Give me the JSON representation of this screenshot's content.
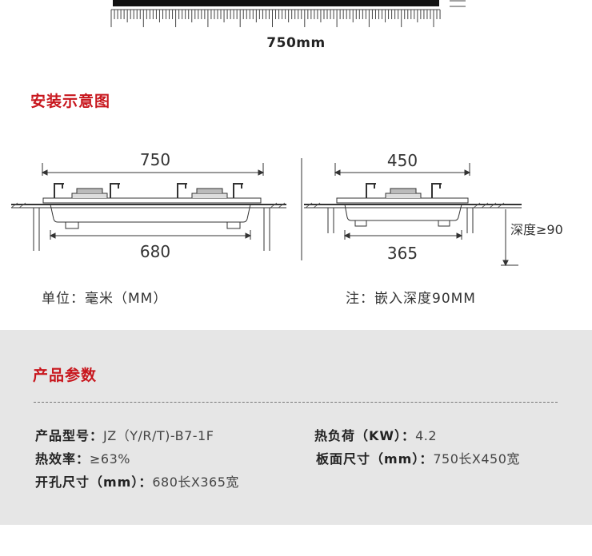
{
  "top_dimension": "750mm",
  "install": {
    "title": "安装示意图",
    "left_diagram": {
      "top_value": "750",
      "bottom_value": "680"
    },
    "right_diagram": {
      "top_value": "450",
      "bottom_value": "365",
      "depth_label": "深度≥90"
    },
    "unit_note": "单位：毫米（MM）",
    "embed_note": "注：嵌入深度90MM"
  },
  "params": {
    "title": "产品参数",
    "specs": [
      {
        "label": "产品型号：",
        "value": "JZ（Y/R/T)-B7-1F"
      },
      {
        "label": "热负荷（KW）：",
        "value": "4.2"
      },
      {
        "label": "热效率：",
        "value": "≥63%"
      },
      {
        "label": "板面尺寸（mm）：",
        "value": "750长X450宽"
      },
      {
        "label": "开孔尺寸（mm）：",
        "value": "680长X365宽"
      }
    ]
  },
  "colors": {
    "accent_red": "#c8161d",
    "panel_gray": "#e6e6e6"
  }
}
